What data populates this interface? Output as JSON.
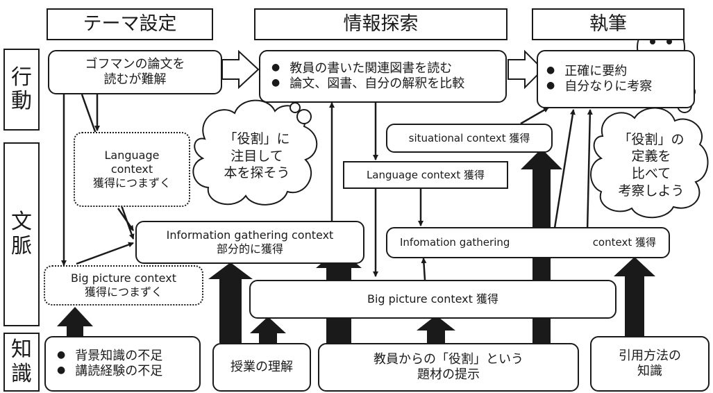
{
  "column_headers": {
    "theme": "テーマ設定",
    "search": "情報探索",
    "writing": "執筆"
  },
  "row_headers": {
    "action": "行\n動",
    "context": "文\n脈",
    "knowledge": "知\n識"
  },
  "action": {
    "theme_text": "ゴフマンの論文を\n読むが難解",
    "search_items": [
      "教員の書いた関連図書を読む",
      "論文、図書、自分の解釈を比較"
    ],
    "writing_items": [
      "正確に要約",
      "自分なりに考察"
    ]
  },
  "context": {
    "language_stuck": "Language\ncontext\n獲得につまずく",
    "info_partial": "Information gathering  context\n部分的に獲得",
    "big_picture_stuck": "Big picture context\n獲得につまずく",
    "situational": "situational context 獲得",
    "language_acquired": "Language context 獲得",
    "info_gathering_left": "Infomation gathering",
    "info_gathering_right": "context 獲得",
    "big_picture_acquired": "Big picture context 獲得"
  },
  "thoughts": {
    "search_thought": "「役割」に\n注目して\n本を探そう",
    "writing_thought": "「役割」の\n定義を\n比べて\n考察しよう"
  },
  "knowledge": {
    "lack_items": [
      "背景知識の不足",
      "講読経験の不足"
    ],
    "class_understanding": "授業の理解",
    "teacher_topic": "教員からの「役割」という\n題材の提示",
    "citation": "引用方法の\n知識"
  }
}
